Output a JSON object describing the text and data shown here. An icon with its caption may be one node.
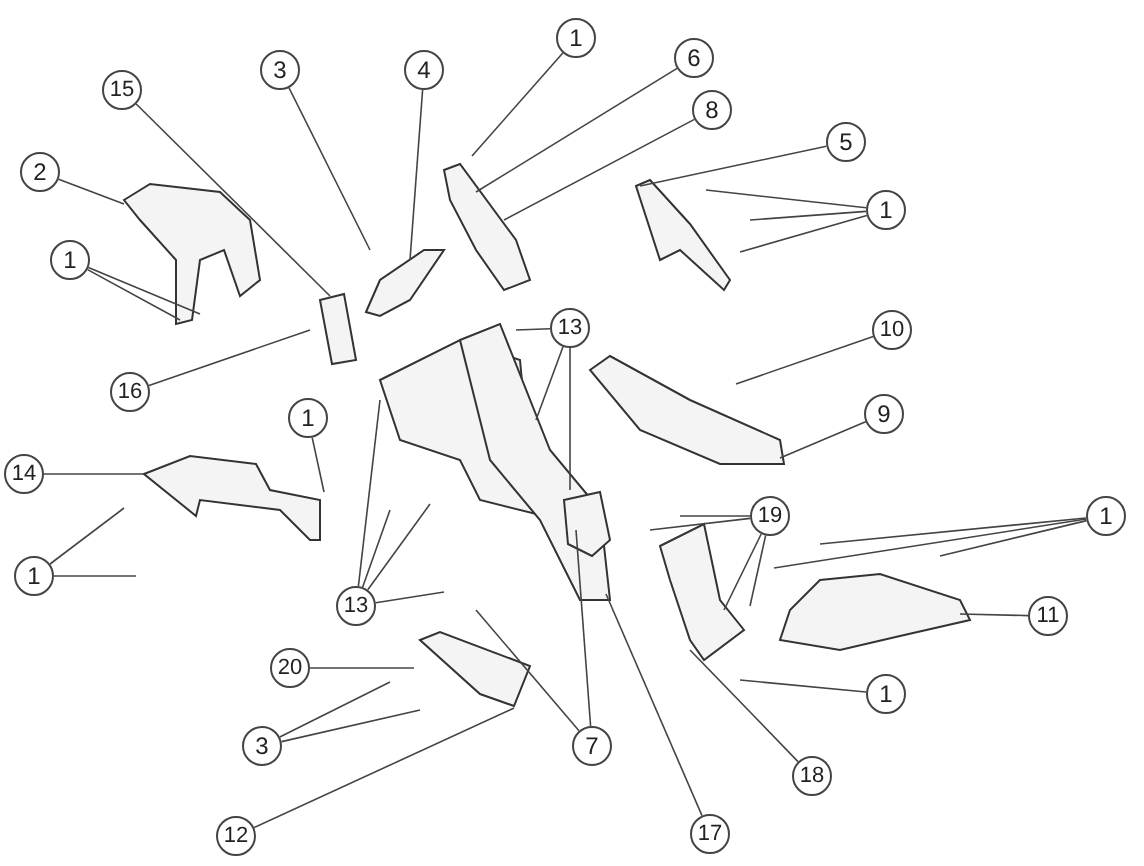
{
  "diagram": {
    "nodes": [
      {
        "text": [
          "15"
        ]
      },
      {
        "text": [
          "3"
        ]
      },
      {
        "text": [
          "4"
        ]
      },
      {
        "text": [
          "1"
        ]
      },
      {
        "text": [
          "6"
        ]
      },
      {
        "text": [
          "8"
        ]
      },
      {
        "text": [
          "2"
        ]
      },
      {
        "text": [
          "5"
        ]
      },
      {
        "text": [
          "1"
        ]
      },
      {
        "text": [
          "1"
        ]
      },
      {
        "text": [
          "13"
        ]
      },
      {
        "text": [
          "16"
        ]
      },
      {
        "text": [
          "10"
        ]
      },
      {
        "text": [
          "1"
        ]
      },
      {
        "text": [
          "9"
        ]
      },
      {
        "text": [
          "14"
        ]
      },
      {
        "text": [
          "1"
        ]
      },
      {
        "text": [
          "13"
        ]
      },
      {
        "text": [
          "19"
        ]
      },
      {
        "text": [
          "1"
        ]
      },
      {
        "text": [
          "11"
        ]
      },
      {
        "text": [
          "20"
        ]
      },
      {
        "text": [
          "3"
        ]
      },
      {
        "text": [
          "1"
        ]
      },
      {
        "text": [
          "7"
        ]
      },
      {
        "text": [
          "18"
        ]
      },
      {
        "text": [
          "12"
        ]
      },
      {
        "text": [
          "17"
        ]
      }
    ],
    "edges": [
      {
        "from": 0,
        "to": null,
        "arrow": "none"
      },
      {
        "from": 1,
        "to": null,
        "arrow": "none"
      },
      {
        "from": 2,
        "to": null,
        "arrow": "none"
      },
      {
        "from": 3,
        "to": null,
        "arrow": "none"
      },
      {
        "from": 4,
        "to": null,
        "arrow": "none"
      },
      {
        "from": 5,
        "to": null,
        "arrow": "none"
      },
      {
        "from": 6,
        "to": null,
        "arrow": "none"
      },
      {
        "from": 7,
        "to": null,
        "arrow": "none"
      },
      {
        "from": 8,
        "to": null,
        "arrow": "none"
      },
      {
        "from": 8,
        "to": null,
        "arrow": "none"
      },
      {
        "from": 8,
        "to": null,
        "arrow": "none"
      },
      {
        "from": 9,
        "to": null,
        "arrow": "none"
      },
      {
        "from": 9,
        "to": null,
        "arrow": "none"
      },
      {
        "from": 10,
        "to": null,
        "arrow": "none"
      },
      {
        "from": 10,
        "to": null,
        "arrow": "none"
      },
      {
        "from": 10,
        "to": null,
        "arrow": "none"
      },
      {
        "from": 11,
        "to": null,
        "arrow": "none"
      },
      {
        "from": 12,
        "to": null,
        "arrow": "none"
      },
      {
        "from": 13,
        "to": null,
        "arrow": "none"
      },
      {
        "from": 14,
        "to": null,
        "arrow": "none"
      },
      {
        "from": 15,
        "to": null,
        "arrow": "none"
      },
      {
        "from": 16,
        "to": null,
        "arrow": "none"
      },
      {
        "from": 16,
        "to": null,
        "arrow": "none"
      },
      {
        "from": 17,
        "to": null,
        "arrow": "none"
      },
      {
        "from": 17,
        "to": null,
        "arrow": "none"
      },
      {
        "from": 17,
        "to": null,
        "arrow": "none"
      },
      {
        "from": 17,
        "to": null,
        "arrow": "none"
      },
      {
        "from": 18,
        "to": null,
        "arrow": "none"
      },
      {
        "from": 18,
        "to": null,
        "arrow": "none"
      },
      {
        "from": 18,
        "to": null,
        "arrow": "none"
      },
      {
        "from": 18,
        "to": null,
        "arrow": "none"
      },
      {
        "from": 19,
        "to": null,
        "arrow": "none"
      },
      {
        "from": 19,
        "to": null,
        "arrow": "none"
      },
      {
        "from": 19,
        "to": null,
        "arrow": "none"
      },
      {
        "from": 20,
        "to": null,
        "arrow": "none"
      },
      {
        "from": 21,
        "to": null,
        "arrow": "none"
      },
      {
        "from": 22,
        "to": null,
        "arrow": "none"
      },
      {
        "from": 22,
        "to": null,
        "arrow": "none"
      },
      {
        "from": 23,
        "to": null,
        "arrow": "none"
      },
      {
        "from": 24,
        "to": null,
        "arrow": "none"
      },
      {
        "from": 24,
        "to": null,
        "arrow": "none"
      },
      {
        "from": 25,
        "to": null,
        "arrow": "none"
      },
      {
        "from": 26,
        "to": null,
        "arrow": "none"
      },
      {
        "from": 27,
        "to": null,
        "arrow": "none"
      }
    ]
  }
}
